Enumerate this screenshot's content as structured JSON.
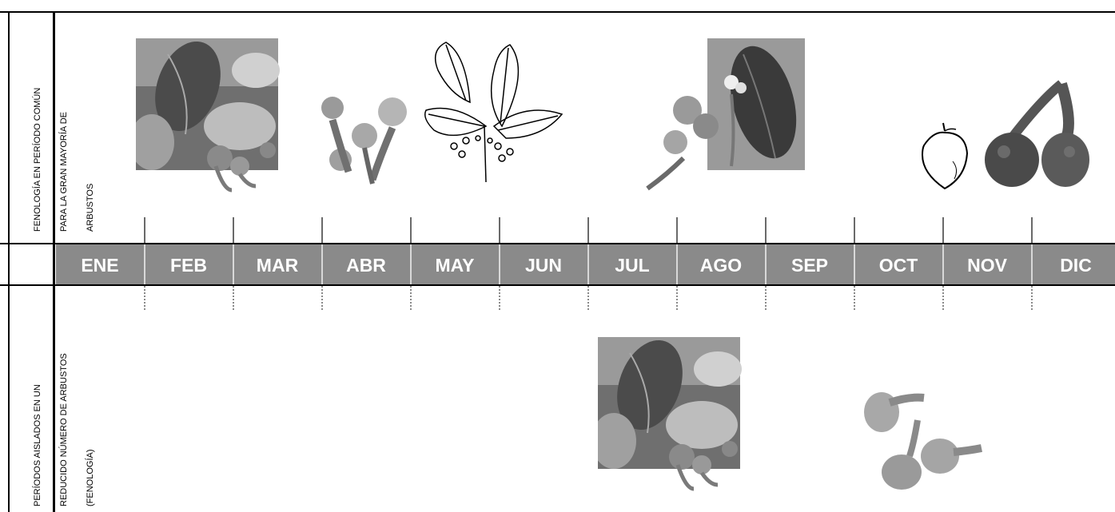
{
  "rows": {
    "top_label_lines": [
      "FENOLOGÍA EN PERÍODO COMÚN",
      "PARA LA GRAN MAYORÍA DE",
      "ARBUSTOS"
    ],
    "bottom_label_lines": [
      "PERÍODOS AISLADOS EN UN",
      "REDUCIDO NÚMERO DE ARBUSTOS",
      "(FENOLOGÍA)"
    ]
  },
  "months": [
    "ENE",
    "FEB",
    "MAR",
    "ABR",
    "MAY",
    "JUN",
    "JUL",
    "AGO",
    "SEP",
    "OCT",
    "NOV",
    "DIC"
  ],
  "colors": {
    "month_bar": "#8a8a8a",
    "month_text": "#ffffff",
    "grid_lines": "#000000"
  },
  "images": {
    "top": [
      {
        "name": "leaf-photo-feb",
        "kind": "photo"
      },
      {
        "name": "flower-buds-abr",
        "kind": "photo"
      },
      {
        "name": "leaf-sketch-may",
        "kind": "drawing"
      },
      {
        "name": "flowers-leaf-ago",
        "kind": "photo"
      },
      {
        "name": "fruit-sketch-nov",
        "kind": "drawing"
      },
      {
        "name": "fruits-photo-dic",
        "kind": "photo"
      }
    ],
    "bottom": [
      {
        "name": "leaf-photo-jul",
        "kind": "photo"
      },
      {
        "name": "fruits-photo-oct",
        "kind": "photo"
      }
    ]
  }
}
